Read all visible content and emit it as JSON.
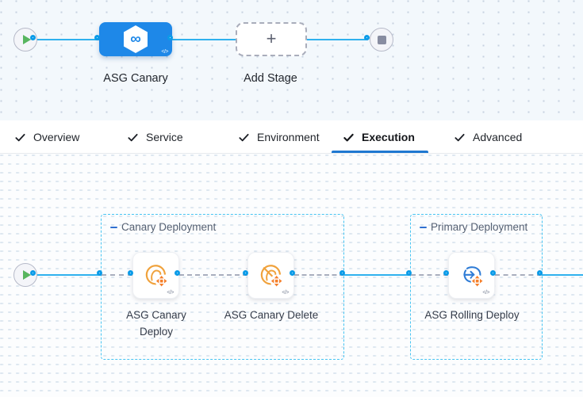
{
  "stage_pipeline": {
    "start_node": {
      "icon": "play-icon"
    },
    "stage_node": {
      "label": "ASG Canary",
      "icon": "harness-infinity-icon",
      "infinity_glyph": "∞",
      "code_badge": "</>"
    },
    "add_stage": {
      "label": "Add Stage",
      "plus_glyph": "+"
    },
    "end_node": {
      "icon": "stop-icon"
    }
  },
  "tab_bar": {
    "items": [
      {
        "label": "Overview",
        "icon": "check-icon",
        "active": false
      },
      {
        "label": "Service",
        "icon": "check-icon",
        "active": false
      },
      {
        "label": "Environment",
        "icon": "check-icon",
        "active": false
      },
      {
        "label": "Execution",
        "icon": "check-icon",
        "active": true
      },
      {
        "label": "Advanced",
        "icon": "check-icon",
        "active": false
      }
    ]
  },
  "execution_canvas": {
    "start_node": {
      "icon": "play-icon"
    },
    "code_badge": "</>",
    "groups": [
      {
        "title": "Canary Deployment",
        "collapse_icon": "minus-icon",
        "steps": [
          {
            "label": "ASG Canary Deploy",
            "icon": "asg-canary-deploy-icon"
          },
          {
            "label": "ASG Canary Delete",
            "icon": "asg-canary-delete-icon"
          }
        ]
      },
      {
        "title": "Primary Deployment",
        "collapse_icon": "minus-icon",
        "steps": [
          {
            "label": "ASG Rolling Deploy",
            "icon": "asg-rolling-deploy-icon"
          }
        ]
      }
    ]
  },
  "colors": {
    "connector_blue": "#2fb1ee",
    "node_blue": "#1e88e8",
    "active_tab_blue": "#1f78d1",
    "group_border_blue": "#47c4f2",
    "step_icon_orange": "#f0a23c",
    "badge_orange": "#f57f2a"
  }
}
